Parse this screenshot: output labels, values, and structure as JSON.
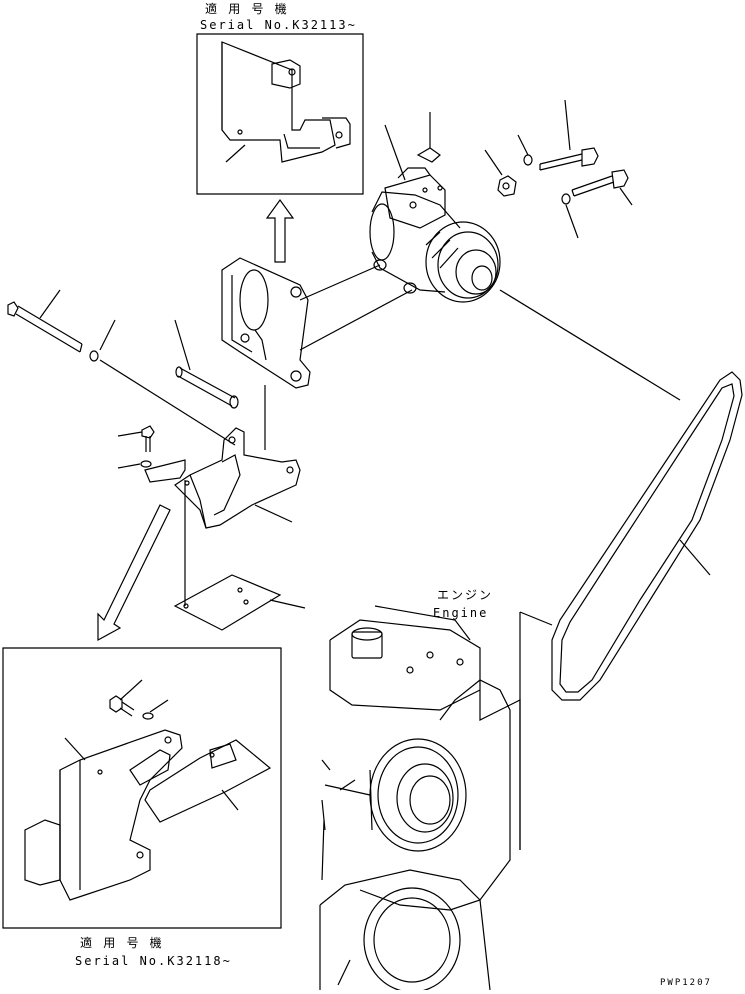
{
  "inset_top": {
    "applicable_label": "適 用 号 機",
    "serial_label": "Serial No.K32113~"
  },
  "inset_bottom": {
    "applicable_label": "適 用 号 機",
    "serial_label": "Serial No.K32118~"
  },
  "engine_label_jp": "エンジン",
  "engine_label_en": "Engine",
  "drawing_code": "PWP1207"
}
